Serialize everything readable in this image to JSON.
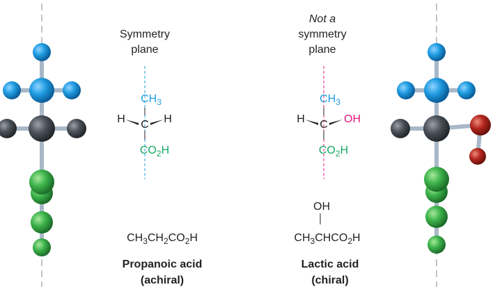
{
  "left": {
    "plane_label_1": "Symmetry",
    "plane_label_2": "plane",
    "top_group": "CH3",
    "left_group": "H",
    "center_atom": "C",
    "right_group": "H",
    "bottom_group": "CO2H",
    "condensed_formula": "CH3CH2CO2H",
    "name": "Propanoic acid",
    "chirality": "(achiral)"
  },
  "right": {
    "plane_label_0": "Not a",
    "plane_label_1": "symmetry",
    "plane_label_2": "plane",
    "top_group": "CH3",
    "left_group": "H",
    "center_atom": "C",
    "right_group": "OH",
    "bottom_group": "CO2H",
    "oh_label": "OH",
    "condensed_formula": "CH3CHCO2H",
    "name": "Lactic acid",
    "chirality": "(chiral)"
  },
  "colors": {
    "methyl": "#1e9fdc",
    "carboxyl": "#14a864",
    "hydroxyl": "#e8177d",
    "carbon_ball": "#4a5158",
    "oxygen_ball": "#b3261e"
  }
}
